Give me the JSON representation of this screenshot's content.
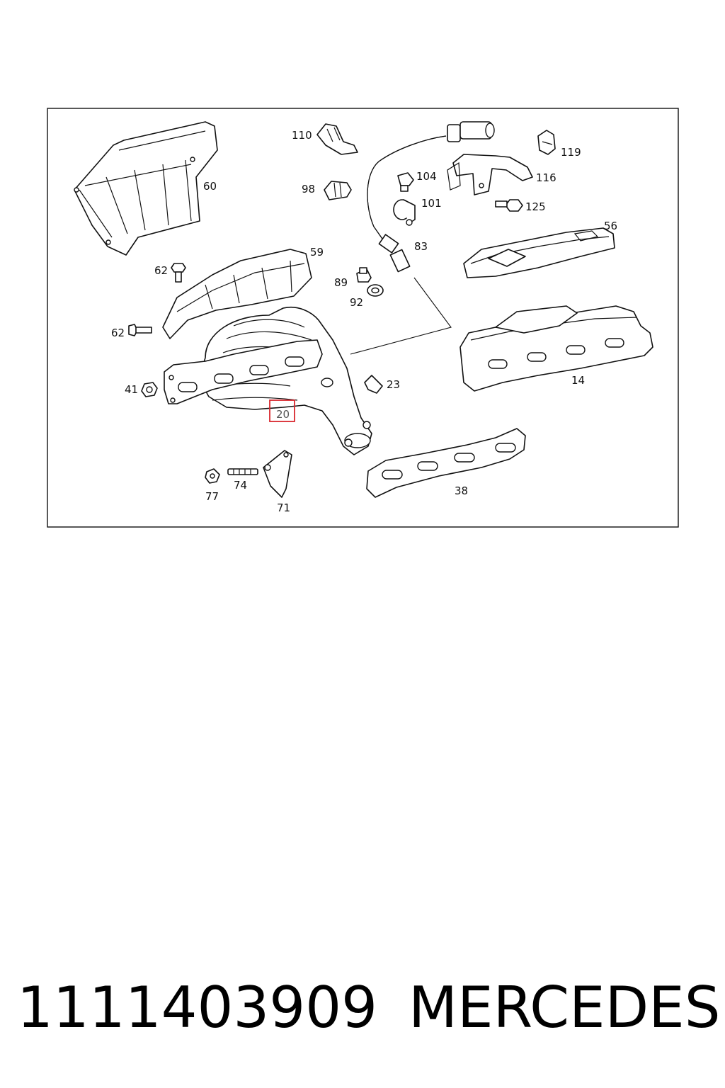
{
  "callouts": [
    "110",
    "119",
    "104",
    "116",
    "98",
    "101",
    "125",
    "60",
    "56",
    "83",
    "59",
    "62",
    "89",
    "92",
    "62",
    "14",
    "41",
    "23",
    "20",
    "77",
    "74",
    "71",
    "38"
  ],
  "highlighted_callout": "20",
  "highlight_color": "#d9272e",
  "highlight_text_color": "#555555",
  "footer": {
    "part_number": "1111403909",
    "brand": "MERCEDES"
  }
}
